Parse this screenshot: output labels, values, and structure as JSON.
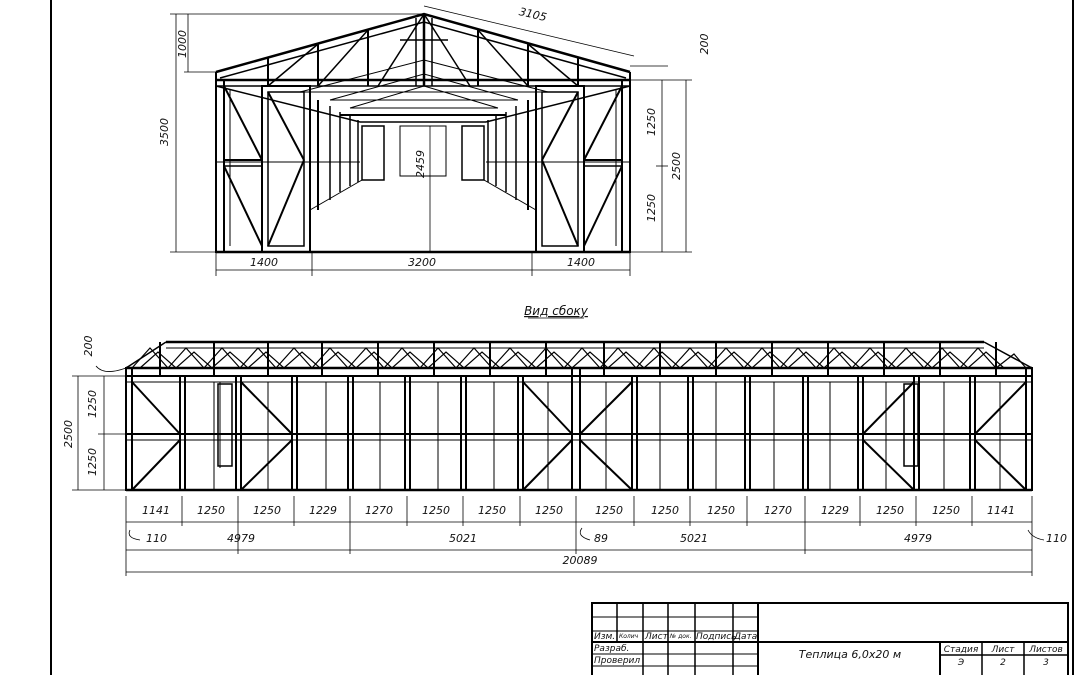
{
  "front_view": {
    "dims": {
      "roof_slope": "3105",
      "roof_height": "1000",
      "eave_offset": "200",
      "total_height": "3500",
      "wall_upper": "1250",
      "wall_lower": "1250",
      "wall_total": "2500",
      "door_height": "2459",
      "bottom_left": "1400",
      "bottom_mid": "3200",
      "bottom_right": "1400"
    }
  },
  "side_view": {
    "caption": "Вид сбоку",
    "dims": {
      "offset_top": "200",
      "wall_upper": "1250",
      "wall_lower": "1250",
      "wall_total": "2500",
      "bays": [
        "1141",
        "1250",
        "1250",
        "1229",
        "1270",
        "1250",
        "1250",
        "1250",
        "1250",
        "1250",
        "1250",
        "1270",
        "1229",
        "1250",
        "1250",
        "1141"
      ],
      "left_off": "110",
      "group_1": "4979",
      "group_2": "5021",
      "mid_off": "89",
      "group_3": "5021",
      "group_4": "4979",
      "right_off": "110",
      "overall": "20089"
    }
  },
  "title_block": {
    "col_izm": "Изм.",
    "col_kol": "Колич",
    "col_list": "Лист",
    "col_ndok": "№ док.",
    "col_podp": "Подпись",
    "col_data": "Дата",
    "row_razrab": "Разраб.",
    "row_proveril": "Проверил",
    "title": "Теплица 6,0х20 м",
    "h_stadiya": "Стадия",
    "h_list": "Лист",
    "h_listov": "Листов",
    "v_stadiya": "Э",
    "v_list": "2",
    "v_listov": "3"
  }
}
